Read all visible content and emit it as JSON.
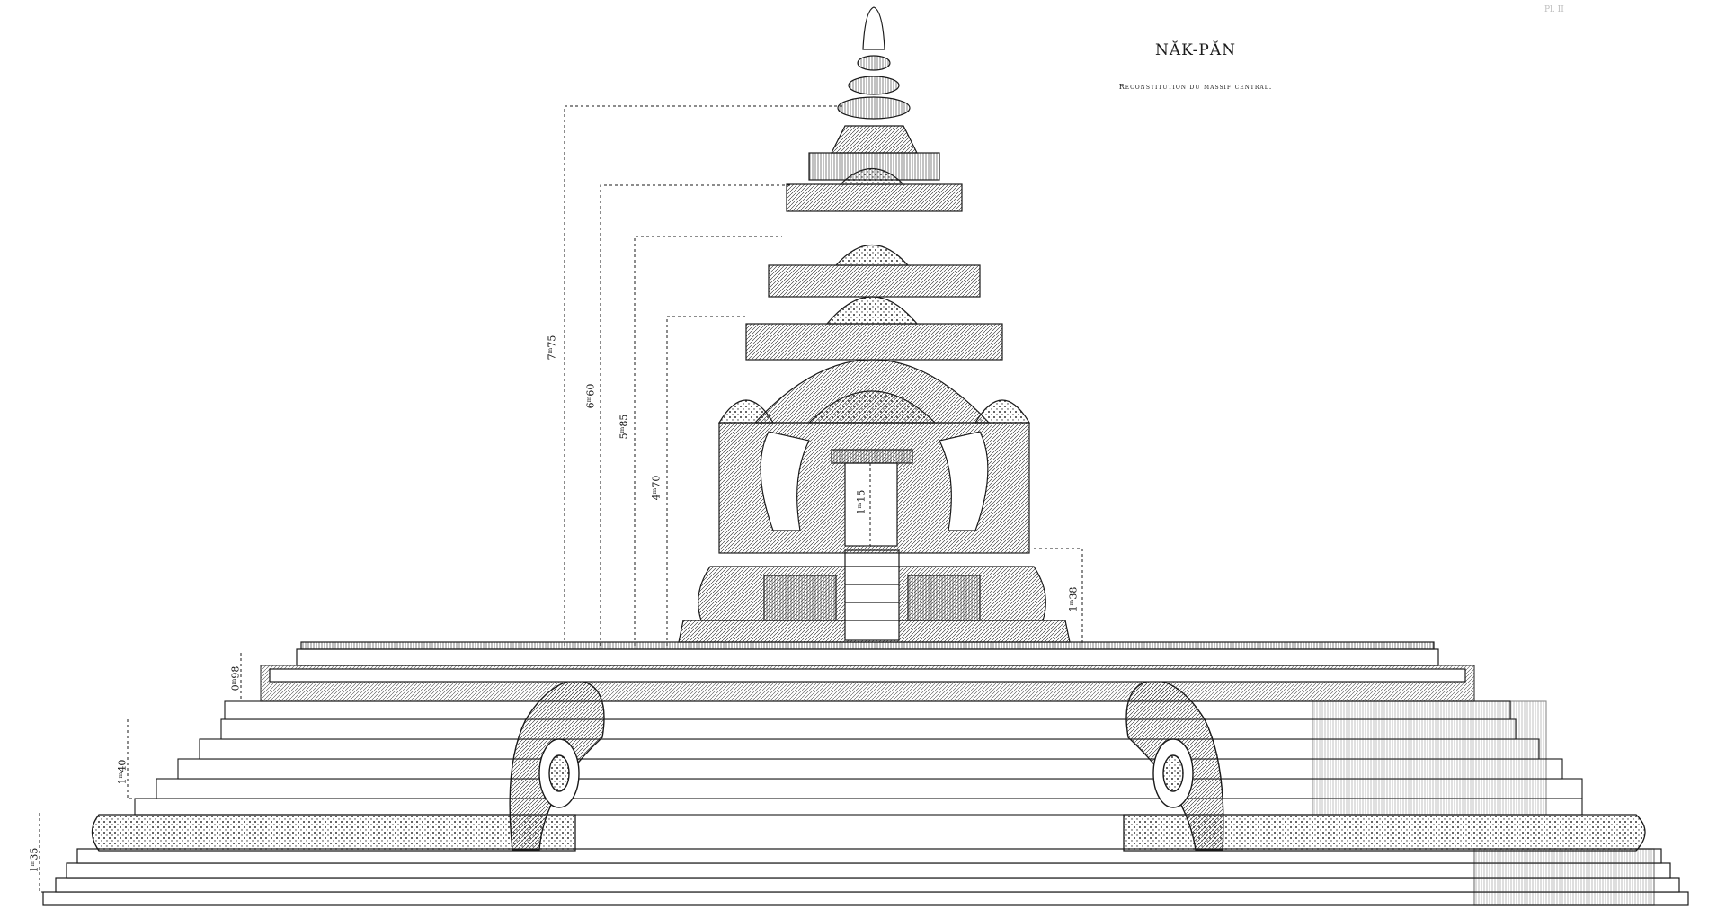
{
  "title": "NĂK-PĂN",
  "subtitle": "Reconstitution du massif central.",
  "plate_no": "Pl. II",
  "dimensions": [
    {
      "name": "total-height",
      "label": "7ᵐ75"
    },
    {
      "name": "height-2",
      "label": "6ᵐ60"
    },
    {
      "name": "height-3",
      "label": "5ᵐ85"
    },
    {
      "name": "height-4",
      "label": "4ᵐ70"
    },
    {
      "name": "door",
      "label": "1ᵐ15"
    },
    {
      "name": "platform",
      "label": "1ᵐ38"
    },
    {
      "name": "upper-terrace",
      "label": "0ᵐ98"
    },
    {
      "name": "middle-steps",
      "label": "1ᵐ40"
    },
    {
      "name": "lower-steps",
      "label": "1ᵐ35"
    }
  ],
  "colors": {
    "ink": "#1a1a1a",
    "paper": "#ffffff",
    "shade": "#8a8a8a"
  }
}
